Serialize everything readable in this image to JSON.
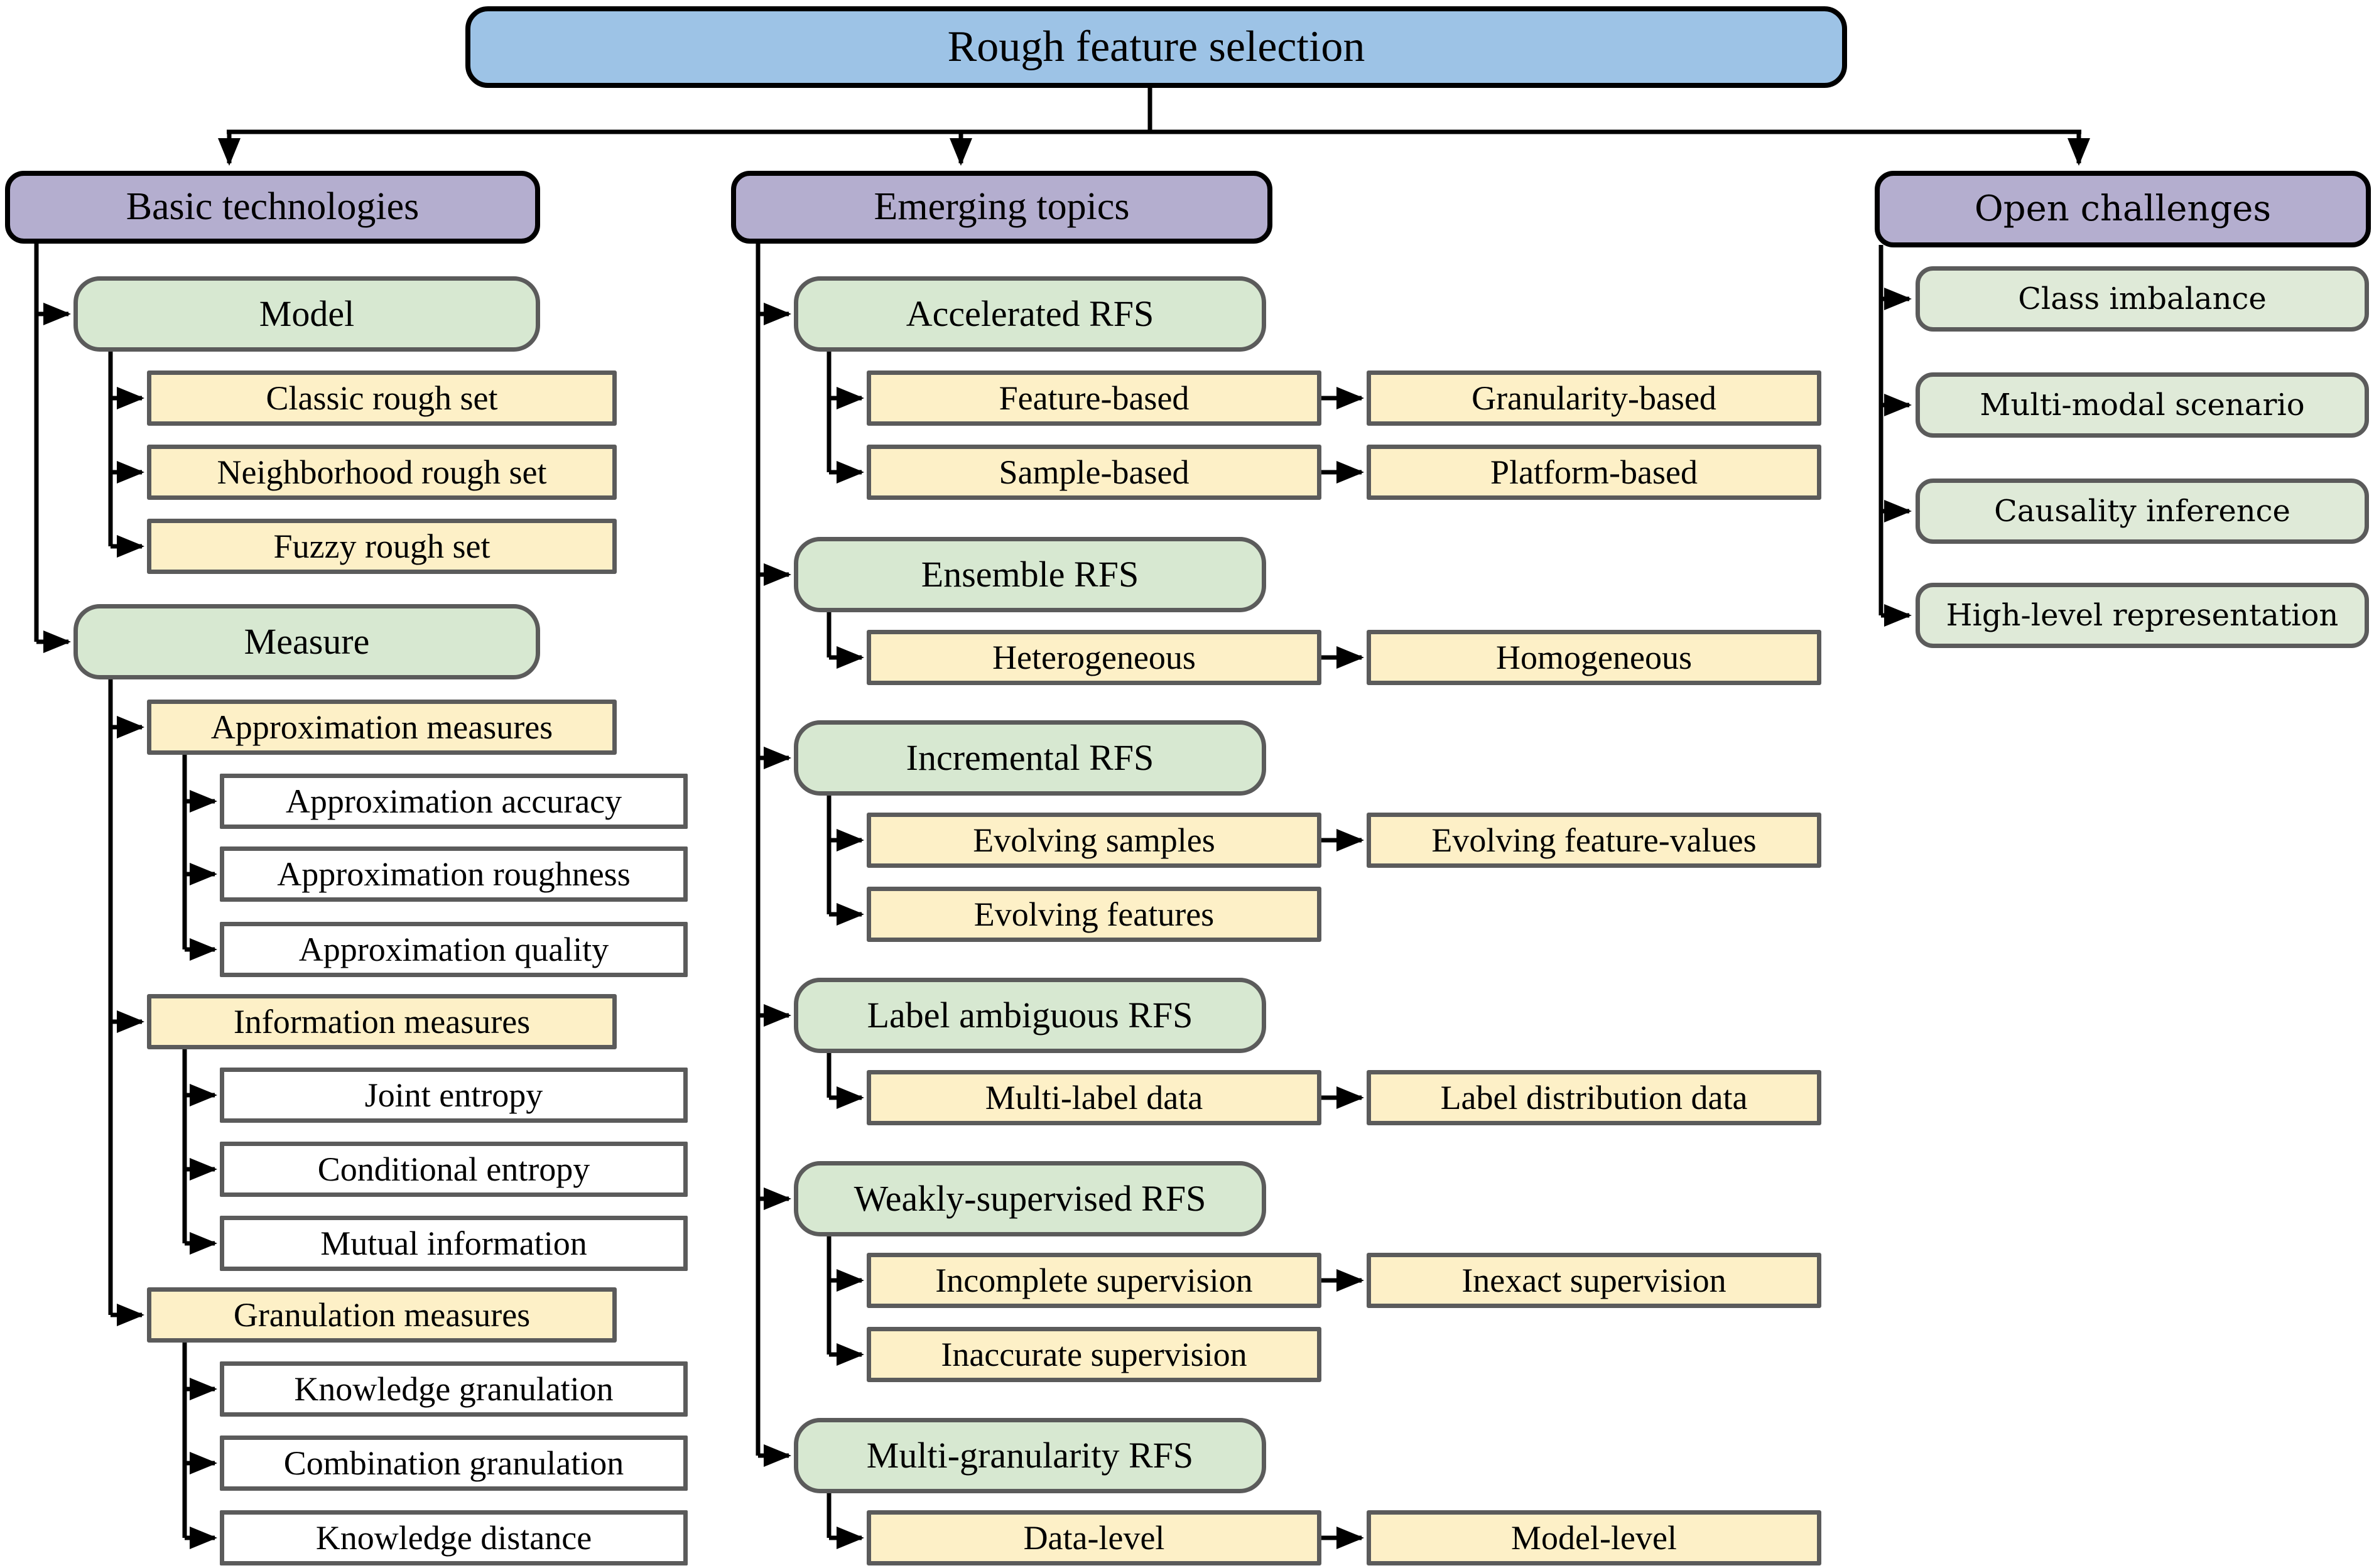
{
  "title": "Rough feature selection",
  "colors": {
    "root_fill": "#9dc3e6",
    "branch_fill": "#b4aecf",
    "topic_fill": "#d7e8d1",
    "sub_fill": "#fdf0c7",
    "leaf_fill": "#ffffff",
    "challenge_fill": "#dfead8",
    "border_dark": "#000000",
    "border_gray": "#5b5b5b",
    "line_color": "#000000"
  },
  "branches": {
    "basic": {
      "header": "Basic technologies",
      "model": {
        "header": "Model",
        "items": [
          "Classic rough set",
          "Neighborhood rough set",
          "Fuzzy rough set"
        ]
      },
      "measure": {
        "header": "Measure",
        "approximation": {
          "header": "Approximation measures",
          "items": [
            "Approximation accuracy",
            "Approximation roughness",
            "Approximation quality"
          ]
        },
        "information": {
          "header": "Information measures",
          "items": [
            "Joint entropy",
            "Conditional entropy",
            "Mutual information"
          ]
        },
        "granulation": {
          "header": "Granulation measures",
          "items": [
            "Knowledge granulation",
            "Combination granulation",
            "Knowledge distance"
          ]
        }
      }
    },
    "emerging": {
      "header": "Emerging topics",
      "accelerated": {
        "header": "Accelerated RFS",
        "left": [
          "Feature-based",
          "Sample-based"
        ],
        "right": [
          "Granularity-based",
          "Platform-based"
        ]
      },
      "ensemble": {
        "header": "Ensemble RFS",
        "left": [
          "Heterogeneous"
        ],
        "right": [
          "Homogeneous"
        ]
      },
      "incremental": {
        "header": "Incremental RFS",
        "left": [
          "Evolving samples",
          "Evolving features"
        ],
        "right": [
          "Evolving feature-values"
        ]
      },
      "label_ambiguous": {
        "header": "Label ambiguous RFS",
        "left": [
          "Multi-label data"
        ],
        "right": [
          "Label distribution data"
        ]
      },
      "weakly_supervised": {
        "header": "Weakly-supervised RFS",
        "left": [
          "Incomplete supervision",
          "Inaccurate supervision"
        ],
        "right": [
          "Inexact supervision"
        ]
      },
      "multi_granularity": {
        "header": "Multi-granularity RFS",
        "left": [
          "Data-level"
        ],
        "right": [
          "Model-level"
        ]
      }
    },
    "open": {
      "header": "Open challenges",
      "items": [
        "Class imbalance",
        "Multi-modal scenario",
        "Causality inference",
        "High-level representation"
      ]
    }
  }
}
